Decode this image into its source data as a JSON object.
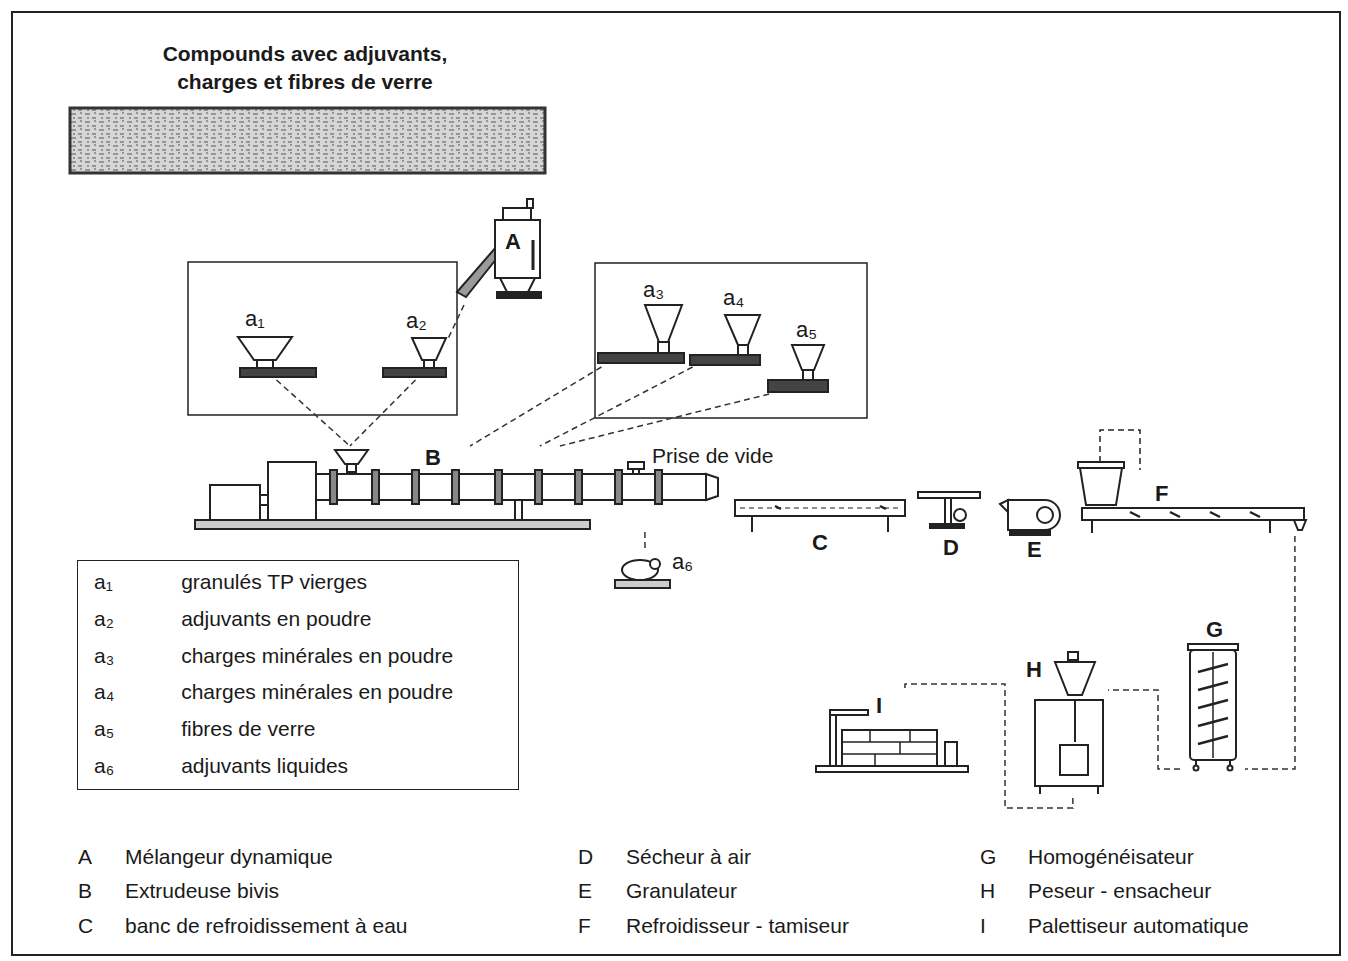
{
  "diagram": {
    "title": "Compounds avec adjuvants, charges et fibres de verre",
    "nodes": [
      {
        "text": [
          "A"
        ]
      },
      {
        "text": [
          "a₁"
        ]
      },
      {
        "text": [
          "a₂"
        ]
      },
      {
        "text": [
          "a₃"
        ]
      },
      {
        "text": [
          "a₄"
        ]
      },
      {
        "text": [
          "a₅"
        ]
      },
      {
        "text": [
          "B"
        ]
      },
      {
        "text": [
          "a₆"
        ]
      },
      {
        "text": [
          "C"
        ]
      },
      {
        "text": [
          "D"
        ]
      },
      {
        "text": [
          "E"
        ]
      },
      {
        "text": [
          "F"
        ]
      },
      {
        "text": [
          "G"
        ]
      },
      {
        "text": [
          "H"
        ]
      },
      {
        "text": [
          "I"
        ]
      },
      {
        "text": [
          "a₁",
          "granulés TP vierges",
          "a₂",
          "adjuvants en poudre",
          "a₃",
          "charges minérales en poudre",
          "a₄",
          "charges minérales en poudre",
          "a₅",
          "fibres de verre",
          "a₆",
          "adjuvants liquides"
        ]
      }
    ],
    "edges": [
      {
        "from": 0,
        "to": 2,
        "arrow": "none"
      },
      {
        "from": 1,
        "to": 6,
        "arrow": "none"
      },
      {
        "from": 2,
        "to": 6,
        "arrow": "none"
      },
      {
        "from": 3,
        "to": 6,
        "arrow": "none"
      },
      {
        "from": 4,
        "to": 6,
        "arrow": "none"
      },
      {
        "from": 5,
        "to": 6,
        "arrow": "none"
      },
      {
        "from": 7,
        "to": 6,
        "arrow": "none"
      },
      {
        "from": 11,
        "to": 12,
        "arrow": "none"
      },
      {
        "from": 12,
        "to": 13,
        "arrow": "none"
      },
      {
        "from": 13,
        "to": 14,
        "arrow": "none"
      }
    ],
    "labels": [
      "Prise de vide",
      "A",
      "Mélangeur dynamique",
      "B",
      "Extrudeuse bivis",
      "C",
      "banc de refroidissement à eau",
      "D",
      "Sécheur à air",
      "E",
      "Granulateur",
      "F",
      "Refroidisseur - tamiseur",
      "G",
      "Homogénéisateur",
      "H",
      "Peseur - ensacheur",
      "I",
      "Palettiseur automatique"
    ]
  }
}
